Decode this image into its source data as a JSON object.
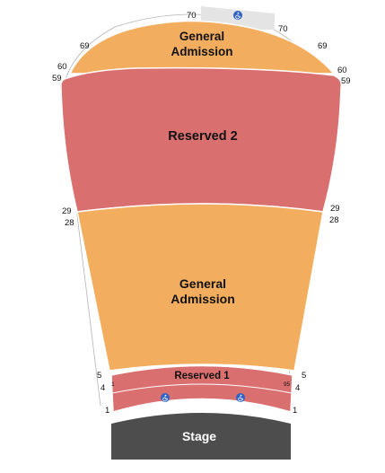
{
  "colors": {
    "general_admission": "#F2AD5E",
    "reserved": "#D96F6F",
    "stage": "#4D4D4D",
    "accessible_area": "#E4E4E4",
    "wheelchair_icon": "#2F62C4",
    "outline": "#B5B5B5"
  },
  "sections": {
    "ga_upper": {
      "line1": "General",
      "line2": "Admission"
    },
    "reserved_2": {
      "label": "Reserved 2"
    },
    "ga_lower": {
      "line1": "General",
      "line2": "Admission"
    },
    "reserved_1": {
      "label": "Reserved 1",
      "seat_first": "1",
      "seat_last": "95"
    }
  },
  "stage": {
    "label": "Stage"
  },
  "rows": {
    "r70": "70",
    "r69": "69",
    "r60": "60",
    "r59": "59",
    "r29": "29",
    "r28": "28",
    "r5": "5",
    "r4": "4",
    "r1": "1"
  },
  "icons": [
    "wheelchair-icon",
    "wheelchair-icon",
    "wheelchair-icon"
  ]
}
